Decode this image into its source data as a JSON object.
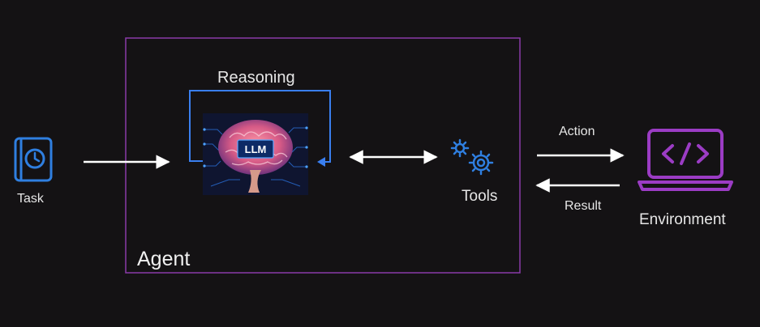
{
  "labels": {
    "task": "Task",
    "reasoning": "Reasoning",
    "llm": "LLM",
    "tools": "Tools",
    "action": "Action",
    "result": "Result",
    "environment": "Environment",
    "agent": "Agent"
  },
  "icons": {
    "task": "calendar-clock-icon",
    "llm": "brain-chip-icon",
    "tools": "gears-icon",
    "environment": "laptop-code-icon"
  },
  "colors": {
    "background": "#141214",
    "task_icon": "#2f7fe0",
    "reasoning_loop": "#3a7ff0",
    "agent_border": "#8a3aa8",
    "tools_icon": "#2f7fe0",
    "environment_icon": "#9b3cc4",
    "arrows": "#ffffff",
    "text": "#e6e6e6"
  }
}
